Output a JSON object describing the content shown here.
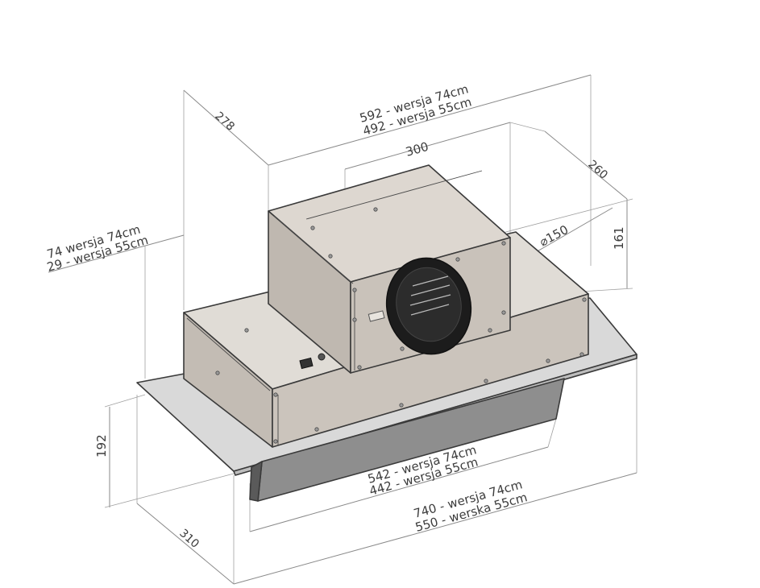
{
  "dimensions": {
    "width_outer_74": "592 - wersja 74cm",
    "width_outer_55": "492 - wersja 55cm",
    "motor_width": "300",
    "depth_top": "278",
    "depth_right": "260",
    "height_motor": "161",
    "diameter": "⌀150",
    "offset_74": "74  wersja 74cm",
    "offset_55": "29 - wersja 55cm",
    "total_height": "192",
    "inner_74": "542 - wersja 74cm",
    "inner_55": "442 - wersja 55cm",
    "length_74": "740 - wersja 74cm",
    "length_55": "550 - werska 55cm",
    "depth_bottom": "310"
  },
  "colors": {
    "body_front": "#c8c0b8",
    "body_top": "#ddd8d2",
    "body_side": "#b5aea6",
    "glass": "#d8d8d8",
    "glass_front": "#8c8c8c",
    "fan": "#1e1e1e"
  }
}
